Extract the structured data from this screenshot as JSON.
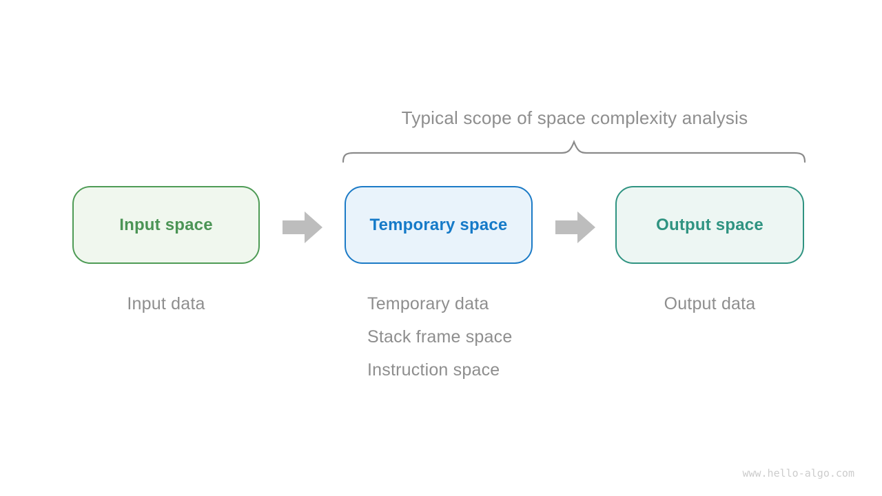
{
  "title": "Typical scope of space complexity analysis",
  "boxes": {
    "input": {
      "label": "Input space"
    },
    "temporary": {
      "label": "Temporary space"
    },
    "output": {
      "label": "Output space"
    }
  },
  "notes": {
    "input": "Input data",
    "temporary": [
      "Temporary data",
      "Stack frame space",
      "Instruction space"
    ],
    "output": "Output data"
  },
  "watermark": "www.hello-algo.com",
  "colors": {
    "canvas-bg": "#ffffff",
    "green-border": "#4e9b55",
    "green-bg": "#f0f7ee",
    "green-text": "#4b9455",
    "blue-border": "#1b7ac6",
    "blue-bg": "#e9f3fb",
    "blue-text": "#157ac8",
    "teal-border": "#2f9381",
    "teal-bg": "#edf6f3",
    "teal-text": "#2f9381",
    "arrow": "#bdbdbd",
    "brace": "#8a8a8a",
    "muted-text": "#8e8e8e",
    "watermark": "#cccccc"
  }
}
